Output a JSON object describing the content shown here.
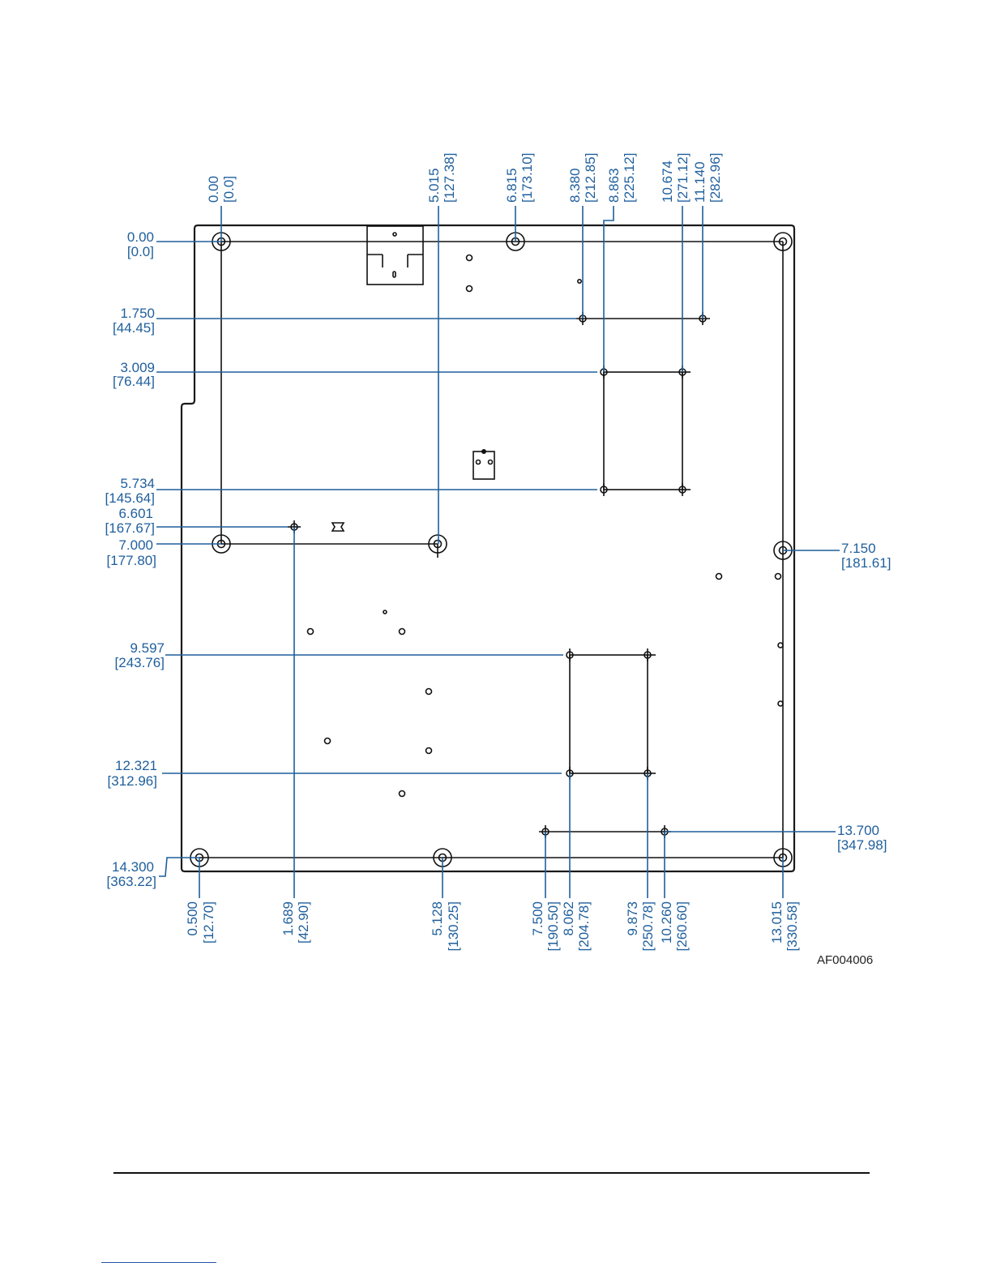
{
  "figure_id": "AF004006",
  "dimension_labels": {
    "top": [
      {
        "id": "t-0",
        "inch": "0.00",
        "mm": "[0.0]"
      },
      {
        "id": "t-5015",
        "inch": "5.015",
        "mm": "[127.38]"
      },
      {
        "id": "t-6815",
        "inch": "6.815",
        "mm": "[173.10]"
      },
      {
        "id": "t-8380",
        "inch": "8.380",
        "mm": "[212.85]"
      },
      {
        "id": "t-8863",
        "inch": "8.863",
        "mm": "[225.12]"
      },
      {
        "id": "t-10674",
        "inch": "10.674",
        "mm": "[271.12]"
      },
      {
        "id": "t-11140",
        "inch": "11.140",
        "mm": "[282.96]"
      }
    ],
    "left": [
      {
        "id": "l-0",
        "inch": "0.00",
        "mm": "[0.0]"
      },
      {
        "id": "l-1750",
        "inch": "1.750",
        "mm": "[44.45]"
      },
      {
        "id": "l-3009",
        "inch": "3.009",
        "mm": "[76.44]"
      },
      {
        "id": "l-5734",
        "inch": "5.734",
        "mm": "[145.64]"
      },
      {
        "id": "l-6601",
        "inch": "6.601",
        "mm": "[167.67]"
      },
      {
        "id": "l-7000",
        "inch": "7.000",
        "mm": "[177.80]"
      },
      {
        "id": "l-9597",
        "inch": "9.597",
        "mm": "[243.76]"
      },
      {
        "id": "l-12321",
        "inch": "12.321",
        "mm": "[312.96]"
      },
      {
        "id": "l-14300",
        "inch": "14.300",
        "mm": "[363.22]"
      }
    ],
    "right": [
      {
        "id": "r-7150",
        "inch": "7.150",
        "mm": "[181.61]"
      },
      {
        "id": "r-13700",
        "inch": "13.700",
        "mm": "[347.98]"
      }
    ],
    "bottom": [
      {
        "id": "b-0500",
        "inch": "0.500",
        "mm": "[12.70]"
      },
      {
        "id": "b-1689",
        "inch": "1.689",
        "mm": "[42.90]"
      },
      {
        "id": "b-5128",
        "inch": "5.128",
        "mm": "[130.25]"
      },
      {
        "id": "b-7500",
        "inch": "7.500",
        "mm": "[190.50]"
      },
      {
        "id": "b-8062",
        "inch": "8.062",
        "mm": "[204.78]"
      },
      {
        "id": "b-9873",
        "inch": "9.873",
        "mm": "[250.78]"
      },
      {
        "id": "b-10260",
        "inch": "10.260",
        "mm": "[260.60]"
      },
      {
        "id": "b-13015",
        "inch": "13.015",
        "mm": "[330.58]"
      }
    ]
  },
  "colors": {
    "dimension": "#1f5f9c",
    "outline": "#1a1a1a"
  }
}
